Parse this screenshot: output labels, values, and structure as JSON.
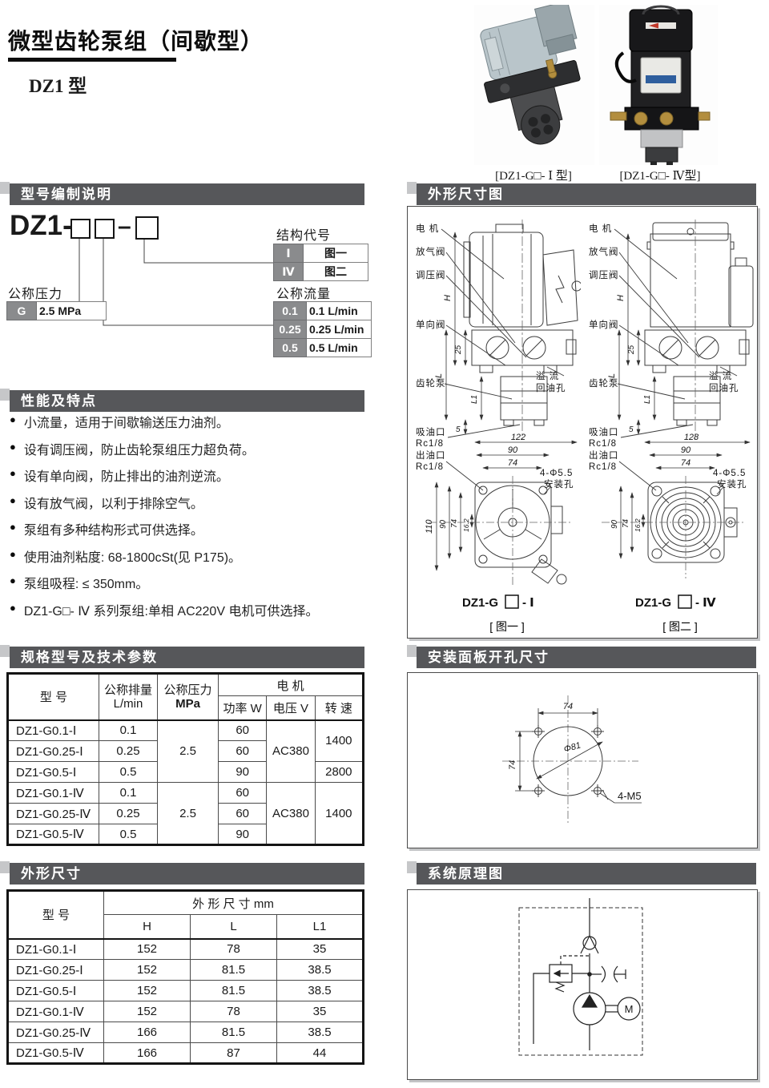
{
  "page": {
    "title": "微型齿轮泵组（间歇型）",
    "subtitle": "DZ1 型"
  },
  "photos": {
    "caption_left": "[DZ1-G□- Ⅰ 型]",
    "caption_right": "[DZ1-G□- Ⅳ型]"
  },
  "sections": {
    "model_code": "型号编制说明",
    "outline_drawing": "外形尺寸图",
    "features": "性能及特点",
    "specs": "规格型号及技术参数",
    "panel": "安装面板开孔尺寸",
    "dimensions": "外形尺寸",
    "schematic": "系统原理图"
  },
  "model_code": {
    "prefix": "DZ1-",
    "dash": "–",
    "structure_label": "结构代号",
    "structure_rows": [
      {
        "code": "Ⅰ",
        "fig": "图一"
      },
      {
        "code": "Ⅳ",
        "fig": "图二"
      }
    ],
    "pressure_label": "公称压力",
    "pressure_code": "G",
    "pressure_value": "2.5 MPa",
    "flow_label": "公称流量",
    "flow_rows": [
      {
        "code": "0.1",
        "value": "0.1  L/min"
      },
      {
        "code": "0.25",
        "value": "0.25 L/min"
      },
      {
        "code": "0.5",
        "value": "0.5  L/min"
      }
    ]
  },
  "features": {
    "bullet": "●",
    "items": [
      "小流量，适用于间歇输送压力油剂。",
      "设有调压阀，防止齿轮泵组压力超负荷。",
      "设有单向阀，防止排出的油剂逆流。",
      "设有放气阀，以利于排除空气。",
      "泵组有多种结构形式可供选择。",
      "使用油剂粘度: 68-1800cSt(见 P175)。",
      "泵组吸程: ≤ 350mm。",
      "DZ1-G□- Ⅳ 系列泵组:单相 AC220V 电机可供选择。"
    ]
  },
  "spec_table": {
    "h_model": "型  号",
    "h_disp": "公称排量",
    "h_disp_unit": "L/min",
    "h_press": "公称压力",
    "h_press_unit": "MPa",
    "h_motor": "电      机",
    "h_power": "功率 W",
    "h_volt": "电压 V",
    "h_speed": "转 速",
    "press_g1": "2.5",
    "press_g2": "2.5",
    "volt_g1": "AC380",
    "volt_g2": "AC380",
    "speed_g1a": "1400",
    "speed_g1b": "2800",
    "speed_g2": "1400",
    "rows": [
      {
        "model": "DZ1-G0.1-Ⅰ",
        "disp": "0.1",
        "power": "60"
      },
      {
        "model": "DZ1-G0.25-Ⅰ",
        "disp": "0.25",
        "power": "60"
      },
      {
        "model": "DZ1-G0.5-Ⅰ",
        "disp": "0.5",
        "power": "90"
      },
      {
        "model": "DZ1-G0.1-Ⅳ",
        "disp": "0.1",
        "power": "60"
      },
      {
        "model": "DZ1-G0.25-Ⅳ",
        "disp": "0.25",
        "power": "60"
      },
      {
        "model": "DZ1-G0.5-Ⅳ",
        "disp": "0.5",
        "power": "90"
      }
    ]
  },
  "dim_table": {
    "h_model": "型  号",
    "h_group": "外  形  尺  寸  mm",
    "h_h": "H",
    "h_l": "L",
    "h_l1": "L1",
    "rows": [
      {
        "model": "DZ1-G0.1-Ⅰ",
        "h": "152",
        "l": "78",
        "l1": "35"
      },
      {
        "model": "DZ1-G0.25-Ⅰ",
        "h": "152",
        "l": "81.5",
        "l1": "38.5"
      },
      {
        "model": "DZ1-G0.5-Ⅰ",
        "h": "152",
        "l": "81.5",
        "l1": "38.5"
      },
      {
        "model": "DZ1-G0.1-Ⅳ",
        "h": "152",
        "l": "78",
        "l1": "35"
      },
      {
        "model": "DZ1-G0.25-Ⅳ",
        "h": "166",
        "l": "81.5",
        "l1": "38.5"
      },
      {
        "model": "DZ1-G0.5-Ⅳ",
        "h": "166",
        "l": "87",
        "l1": "44"
      }
    ]
  },
  "outline": {
    "labels": {
      "motor": "电  机",
      "air_valve": "放气阀",
      "reg_valve": "调压阀",
      "check_valve": "单向阀",
      "gear_pump": "齿轮泵",
      "overflow1": "溢  流",
      "overflow2": "回油孔",
      "suction": "吸油口",
      "rc": "Rc1/8",
      "outlet": "出油口",
      "holes1": "4-Φ5.5",
      "holes2": "安装孔"
    },
    "dims": {
      "h": "H",
      "d25": "25",
      "l": "L",
      "l1": "L1",
      "d5": "5",
      "w90": "90",
      "w74": "74",
      "v110": "110",
      "v90": "90",
      "v74": "74",
      "v162": "16.2"
    },
    "fig1": {
      "width": "122",
      "caption_pre": "DZ1-G",
      "caption_post": "- Ⅰ",
      "fig": "[ 图一 ]"
    },
    "fig2": {
      "width": "128",
      "caption_pre": "DZ1-G",
      "caption_post": "- Ⅳ",
      "fig": "[ 图二 ]"
    }
  },
  "panel": {
    "dim_h": "74",
    "dim_v": "74",
    "diameter": "Φ81",
    "holes": "4-M5"
  },
  "schematic": {
    "motor": "M"
  }
}
